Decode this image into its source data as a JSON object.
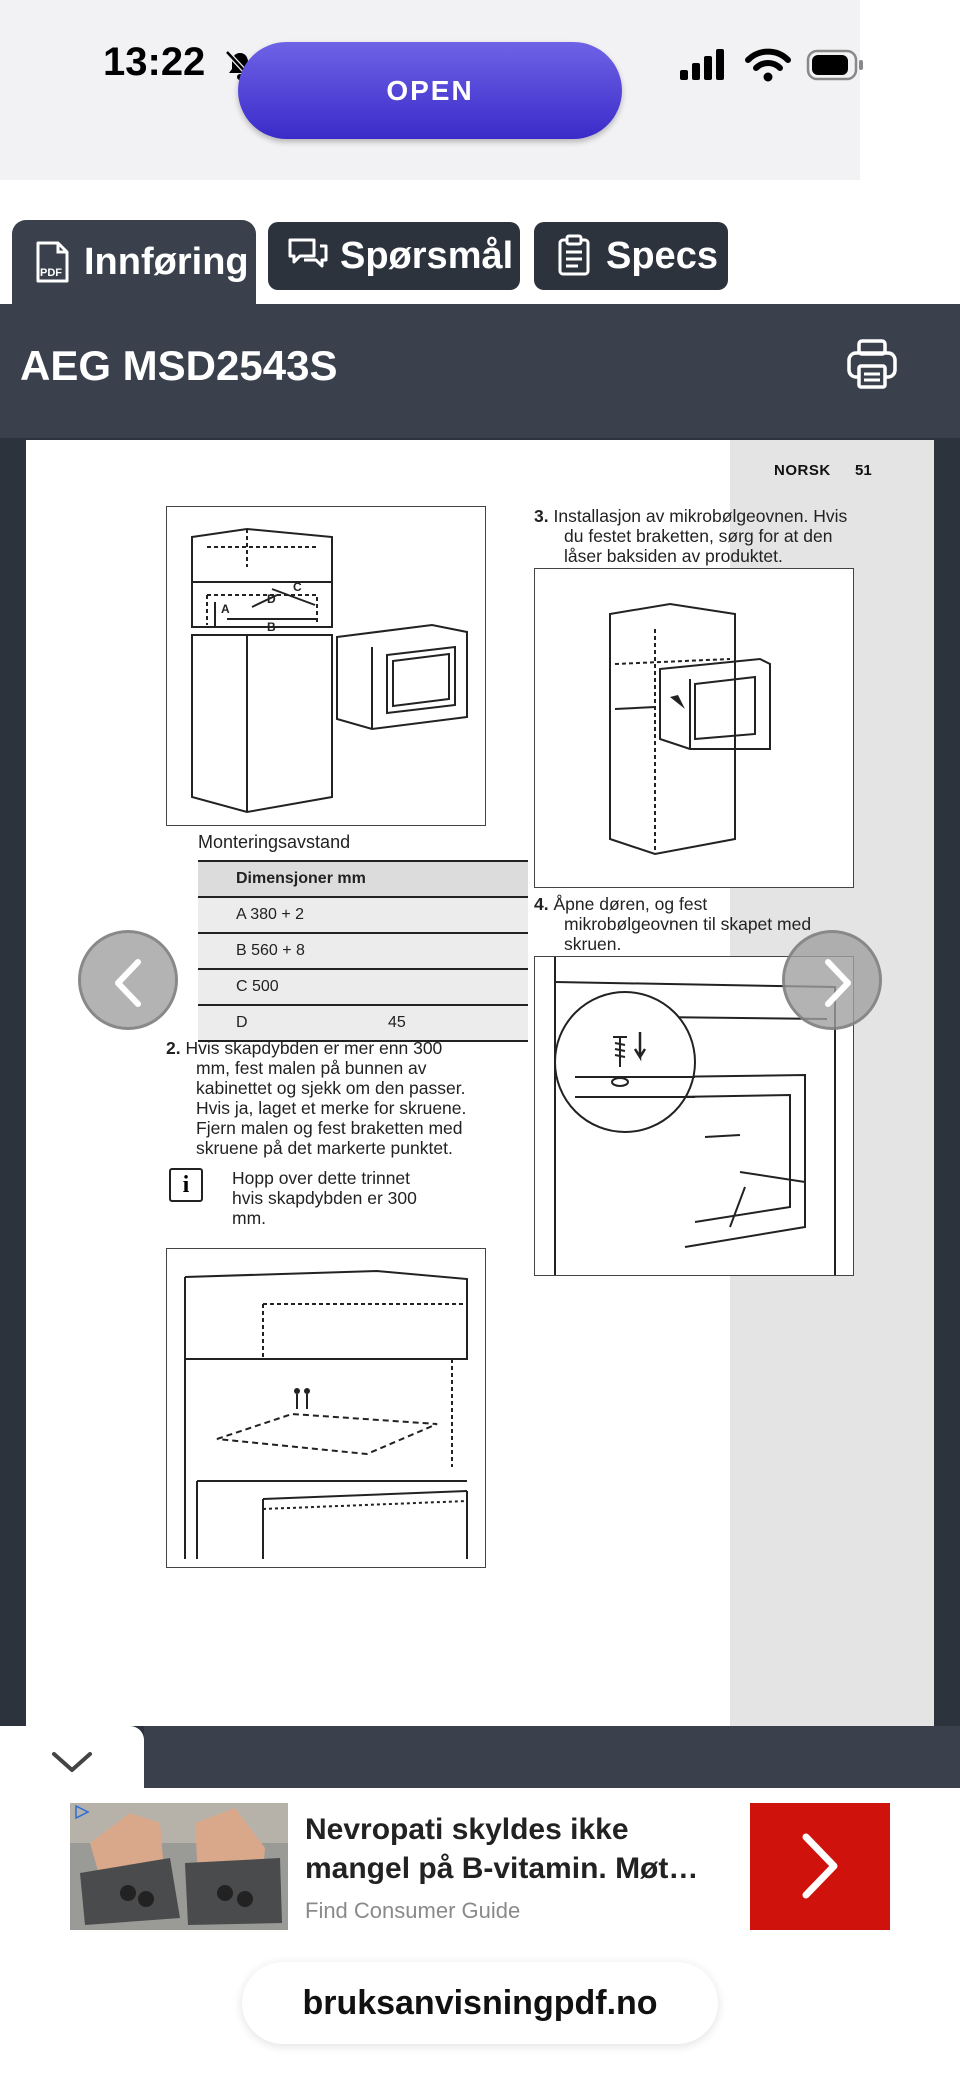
{
  "status_bar": {
    "time": "13:22",
    "open_button": "OPEN"
  },
  "tabs": [
    {
      "label": "Innføring",
      "icon": "pdf-icon",
      "active": true
    },
    {
      "label": "Spørsmål",
      "icon": "chat-icon",
      "active": false
    },
    {
      "label": "Specs",
      "icon": "clipboard-icon",
      "active": false
    }
  ],
  "header": {
    "title": "AEG MSD2543S",
    "print_icon": "printer-icon"
  },
  "document": {
    "section": "NORSK",
    "page_number": "51",
    "mounting_caption": "Monteringsavstand",
    "table": {
      "header": "Dimensjoner mm",
      "rows": [
        {
          "label": "A 380 + 2",
          "value": ""
        },
        {
          "label": "B 560 + 8",
          "value": ""
        },
        {
          "label": "C 500",
          "value": ""
        },
        {
          "label": "D",
          "value": "45"
        }
      ]
    },
    "figure1_labels": {
      "a": "A",
      "b": "B",
      "c": "C",
      "d": "D"
    },
    "step2": {
      "number": "2.",
      "lines": [
        "Hvis skapdybden er mer enn 300",
        "mm, fest malen på bunnen av",
        "kabinettet og sjekk om den passer.",
        "Hvis ja, laget et merke for skruene.",
        "Fjern malen og fest braketten med",
        "skruene på det markerte punktet."
      ]
    },
    "info_note": {
      "icon": "i",
      "lines": [
        "Hopp over dette trinnet",
        "hvis skapdybden er 300",
        "mm."
      ]
    },
    "step3": {
      "number": "3.",
      "lines": [
        "Installasjon av mikrobølgeovnen. Hvis",
        "du festet braketten, sørg for at den",
        "låser baksiden av produktet."
      ]
    },
    "step4": {
      "number": "4.",
      "lines": [
        "Åpne døren, og fest",
        "mikrobølgeovnen til skapet med",
        "skruen."
      ]
    }
  },
  "ad": {
    "title": "Nevropati skyldes ikke mangel på B-vitamin. Møt…",
    "source": "Find Consumer Guide"
  },
  "url": "bruksanvisningpdf.no"
}
